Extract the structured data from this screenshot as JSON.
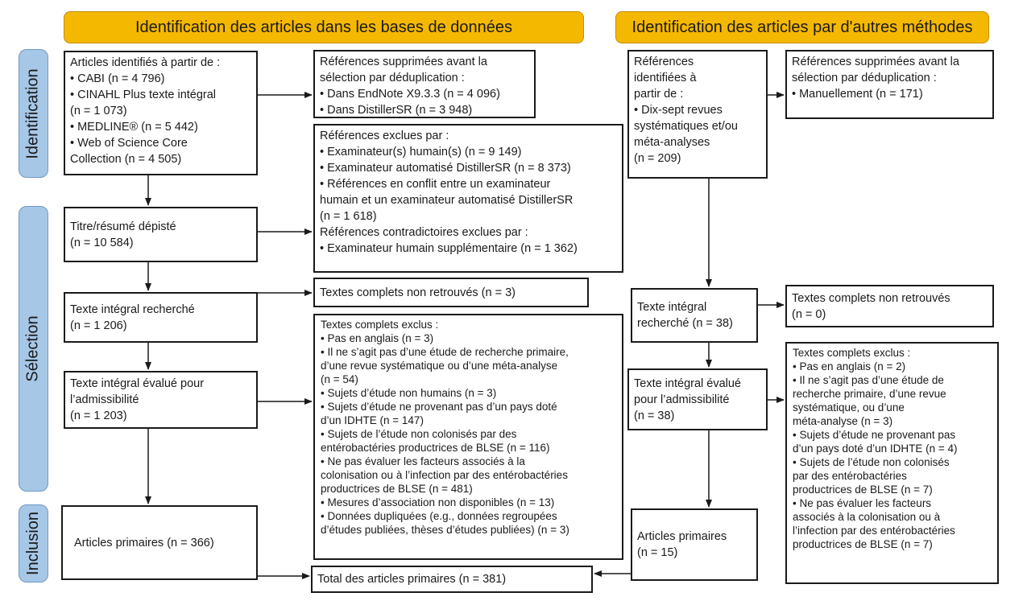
{
  "headers": {
    "left": "Identification des articles dans les bases de données",
    "right": "Identification des articles par d'autres méthodes"
  },
  "phases": {
    "identification": "Identification",
    "selection": "Sélection",
    "inclusion": "Inclusion"
  },
  "left": {
    "identified": [
      "Articles identifiés à partir de :",
      "• CABI (n = 4 796)",
      "• CINAHL Plus texte intégral",
      "(n = 1 073)",
      "• MEDLINE® (n = 5 442)",
      "• Web of Science Core",
      "Collection (n = 4 505)"
    ],
    "dedup": [
      "Références supprimées avant la",
      "sélection par déduplication :",
      "• Dans EndNote X9.3.3 (n = 4 096)",
      "• Dans DistillerSR (n = 3 948)"
    ],
    "screened": [
      "Titre/résumé dépisté",
      "(n = 10 584)"
    ],
    "excluded_refs": [
      "Références exclues par :",
      "• Examinateur(s) humain(s) (n = 9 149)",
      "• Examinateur automatisé DistillerSR (n = 8 373)",
      "• Références en conflit entre un examinateur",
      "humain et un examinateur automatisé DistillerSR",
      "(n = 1 618)",
      "Références contradictoires exclues par :",
      "• Examinateur humain supplémentaire (n = 1 362)"
    ],
    "sought": [
      "Texte intégral recherché",
      "(n = 1 206)"
    ],
    "not_retrieved": "Textes complets non retrouvés (n = 3)",
    "assessed": [
      "Texte intégral évalué pour",
      "l’admissibilité",
      "(n = 1 203)"
    ],
    "fulltext_excluded": [
      "Textes complets exclus :",
      "• Pas en anglais (n = 3)",
      "• Il ne s’agit pas d’une étude de recherche primaire,",
      "d’une revue systématique ou d’une méta-analyse",
      "(n = 54)",
      "• Sujets d’étude non humains (n = 3)",
      "• Sujets d’étude ne provenant pas d’un pays doté",
      "d’un IDHTE (n = 147)",
      "• Sujets de l’étude non colonisés par des",
      "entérobactéries productrices de BLSE (n = 116)",
      "• Ne pas évaluer les facteurs associés à la",
      "colonisation ou à l’infection par des entérobactéries",
      "productrices de BLSE (n = 481)",
      "• Mesures d’association non disponibles (n = 13)",
      "• Données dupliquées (e.g., données regroupées",
      "d’études publiées, thèses d’études publiées) (n = 3)"
    ],
    "included": "Articles primaires (n = 366)"
  },
  "total": "Total des articles primaires (n = 381)",
  "right": {
    "identified": [
      "Références",
      "identifiées à",
      "partir de :",
      "• Dix-sept revues",
      "systématiques et/ou",
      "méta-analyses",
      "(n = 209)"
    ],
    "dedup": [
      "Références supprimées avant la",
      "sélection par déduplication :",
      "• Manuellement (n = 171)"
    ],
    "sought": [
      "Texte intégral",
      "recherché (n = 38)"
    ],
    "not_retrieved": [
      "Textes complets non retrouvés",
      "(n = 0)"
    ],
    "assessed": [
      "Texte intégral évalué",
      "pour l’admissibilité",
      "(n = 38)"
    ],
    "fulltext_excluded": [
      "Textes complets exclus :",
      "• Pas en anglais (n = 2)",
      "• Il ne s’agit pas d’une étude de",
      "recherche primaire, d’une revue",
      "systématique, ou d’une",
      "méta-analyse (n = 3)",
      "• Sujets d’étude ne provenant pas",
      "d’un pays doté d’un IDHTE (n = 4)",
      "• Sujets de l’étude non colonisés",
      "par des entérobactéries",
      "productrices de BLSE (n = 7)",
      "• Ne pas évaluer les facteurs",
      "associés à la colonisation ou à",
      "l’infection par des entérobactéries",
      "productrices de BLSE (n = 7)"
    ],
    "included": [
      "Articles primaires",
      "(n = 15)"
    ]
  },
  "colors": {
    "header_fill": "#f5b800",
    "phase_fill": "#a7c7e7",
    "line": "#1a1a1a"
  }
}
